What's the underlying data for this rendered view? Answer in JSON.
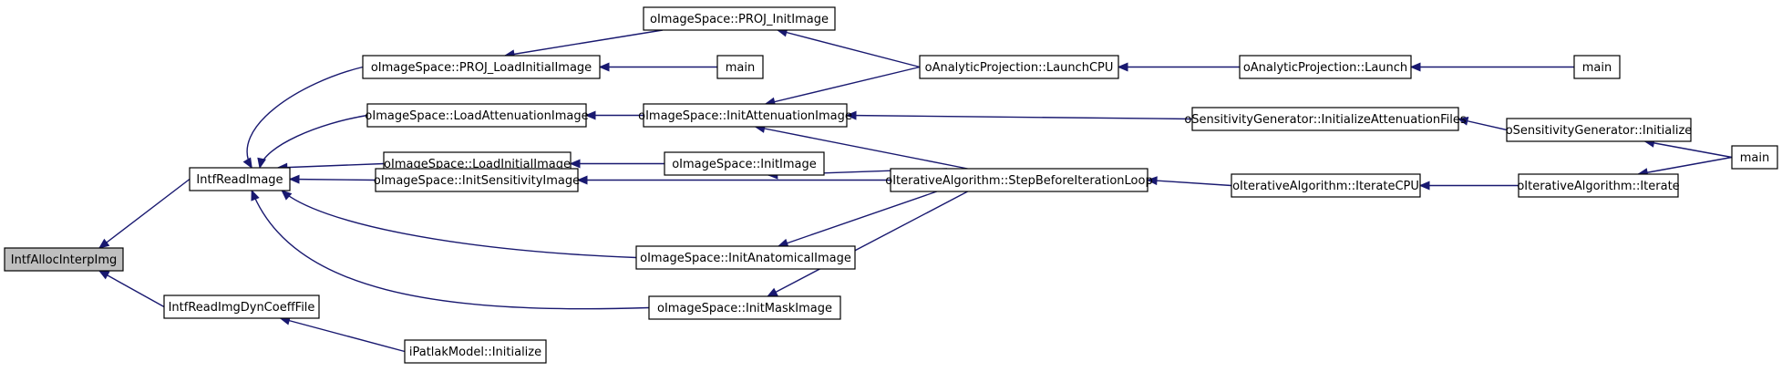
{
  "colors": {
    "edge": "#191970",
    "highlight_fill": "#bfbfbf",
    "border": "#000000",
    "background": "#ffffff"
  },
  "nodes": {
    "intf_alloc_interp_img": "IntfAllocInterpImg",
    "intf_read_image": "IntfReadImage",
    "intf_read_img_dyn_coeff_file": "IntfReadImgDynCoeffFile",
    "ipatlak_initialize": "iPatlakModel::Initialize",
    "proj_load_initial_image": "oImageSpace::PROJ_LoadInitialImage",
    "proj_init_image": "oImageSpace::PROJ_InitImage",
    "main_a": "main",
    "load_attenuation_image": "oImageSpace::LoadAttenuationImage",
    "init_attenuation_image": "oImageSpace::InitAttenuationImage",
    "load_initial_image": "oImageSpace::LoadInitialImage",
    "init_image": "oImageSpace::InitImage",
    "init_sensitivity_image": "oImageSpace::InitSensitivityImage",
    "init_anatomical_image": "oImageSpace::InitAnatomicalImage",
    "init_mask_image": "oImageSpace::InitMaskImage",
    "launch_cpu": "oAnalyticProjection::LaunchCPU",
    "step_before_iteration_loop": "oIterativeAlgorithm::StepBeforeIterationLoop",
    "launch": "oAnalyticProjection::Launch",
    "initialize_attenuation_files": "oSensitivityGenerator::InitializeAttenuationFiles",
    "iterate_cpu": "oIterativeAlgorithm::IterateCPU",
    "main_b": "main",
    "sensitivity_initialize": "oSensitivityGenerator::Initialize",
    "iterate": "oIterativeAlgorithm::Iterate",
    "main_c": "main"
  },
  "edges": [
    [
      "intf_read_image",
      "intf_alloc_interp_img"
    ],
    [
      "intf_read_img_dyn_coeff_file",
      "intf_alloc_interp_img"
    ],
    [
      "ipatlak_initialize",
      "intf_read_img_dyn_coeff_file"
    ],
    [
      "proj_load_initial_image",
      "intf_read_image"
    ],
    [
      "load_attenuation_image",
      "intf_read_image"
    ],
    [
      "load_initial_image",
      "intf_read_image"
    ],
    [
      "init_sensitivity_image",
      "intf_read_image"
    ],
    [
      "init_anatomical_image",
      "intf_read_image"
    ],
    [
      "init_mask_image",
      "intf_read_image"
    ],
    [
      "proj_init_image",
      "proj_load_initial_image"
    ],
    [
      "main_a",
      "proj_load_initial_image"
    ],
    [
      "init_attenuation_image",
      "load_attenuation_image"
    ],
    [
      "init_image",
      "load_initial_image"
    ],
    [
      "step_before_iteration_loop",
      "init_sensitivity_image"
    ],
    [
      "launch_cpu",
      "proj_init_image"
    ],
    [
      "launch_cpu",
      "init_attenuation_image"
    ],
    [
      "initialize_attenuation_files",
      "init_attenuation_image"
    ],
    [
      "step_before_iteration_loop",
      "init_attenuation_image"
    ],
    [
      "step_before_iteration_loop",
      "init_image"
    ],
    [
      "step_before_iteration_loop",
      "init_anatomical_image"
    ],
    [
      "step_before_iteration_loop",
      "init_mask_image"
    ],
    [
      "launch",
      "launch_cpu"
    ],
    [
      "iterate_cpu",
      "step_before_iteration_loop"
    ],
    [
      "main_b",
      "launch"
    ],
    [
      "sensitivity_initialize",
      "initialize_attenuation_files"
    ],
    [
      "iterate",
      "iterate_cpu"
    ],
    [
      "main_c",
      "sensitivity_initialize"
    ],
    [
      "main_c",
      "iterate"
    ]
  ]
}
